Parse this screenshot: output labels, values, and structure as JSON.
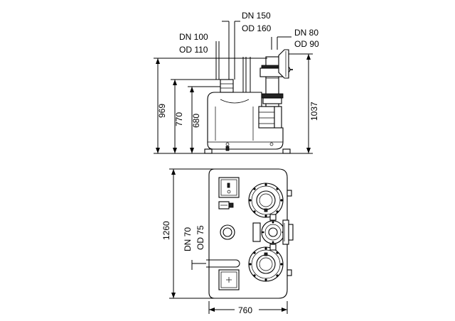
{
  "labels": {
    "dn150": "DN 150",
    "od160": "OD 160",
    "dn100": "DN 100",
    "od110": "OD 110",
    "dn80": "DN 80",
    "od90": "OD 90",
    "h969": "969",
    "h770": "770",
    "h680": "680",
    "h1037": "1037",
    "len1260": "1260",
    "dn70": "DN 70",
    "od75": "OD 75",
    "w760": "760"
  }
}
